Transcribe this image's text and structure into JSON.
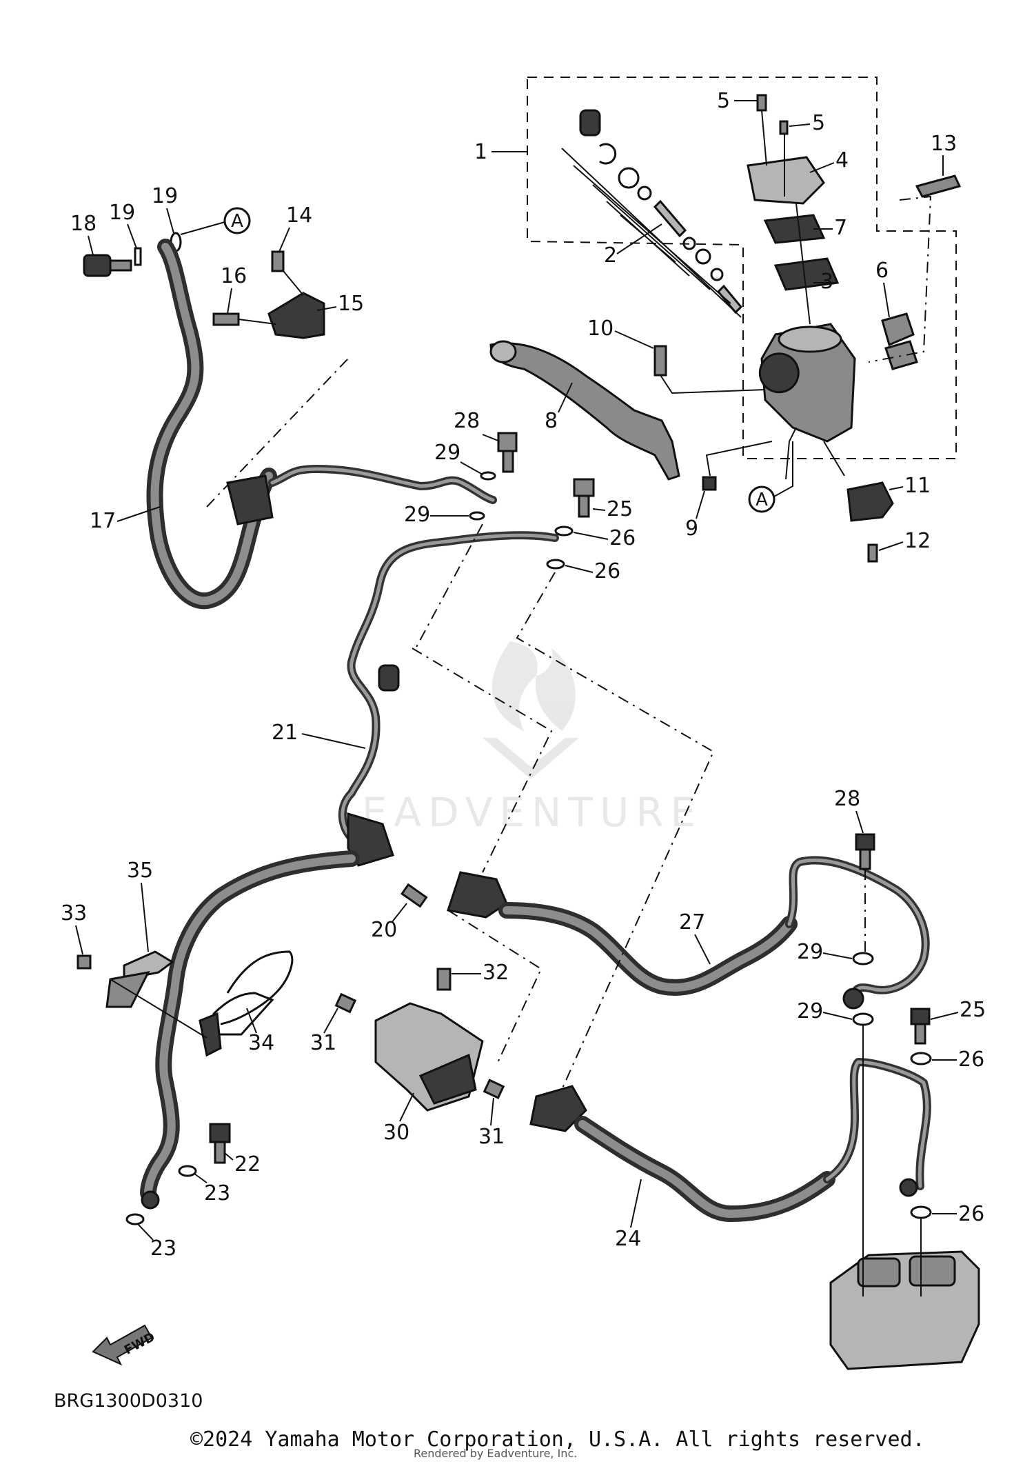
{
  "diagram": {
    "code": "BRG1300D0310",
    "copyright": "©2024 Yamaha Motor Corporation, U.S.A. All rights reserved.",
    "render_credit": "Rendered by Eadventure, Inc.",
    "watermark": "EADVENTURE",
    "fwd_label": "FWD",
    "connection_marker": "A",
    "callouts": [
      "1",
      "2",
      "3",
      "4",
      "5",
      "5",
      "6",
      "7",
      "8",
      "9",
      "10",
      "11",
      "12",
      "13",
      "14",
      "15",
      "16",
      "17",
      "18",
      "19",
      "19",
      "20",
      "21",
      "22",
      "23",
      "23",
      "24",
      "25",
      "25",
      "26",
      "26",
      "26",
      "26",
      "27",
      "28",
      "28",
      "29",
      "29",
      "29",
      "29",
      "30",
      "31",
      "31",
      "32",
      "33",
      "34",
      "35"
    ]
  }
}
